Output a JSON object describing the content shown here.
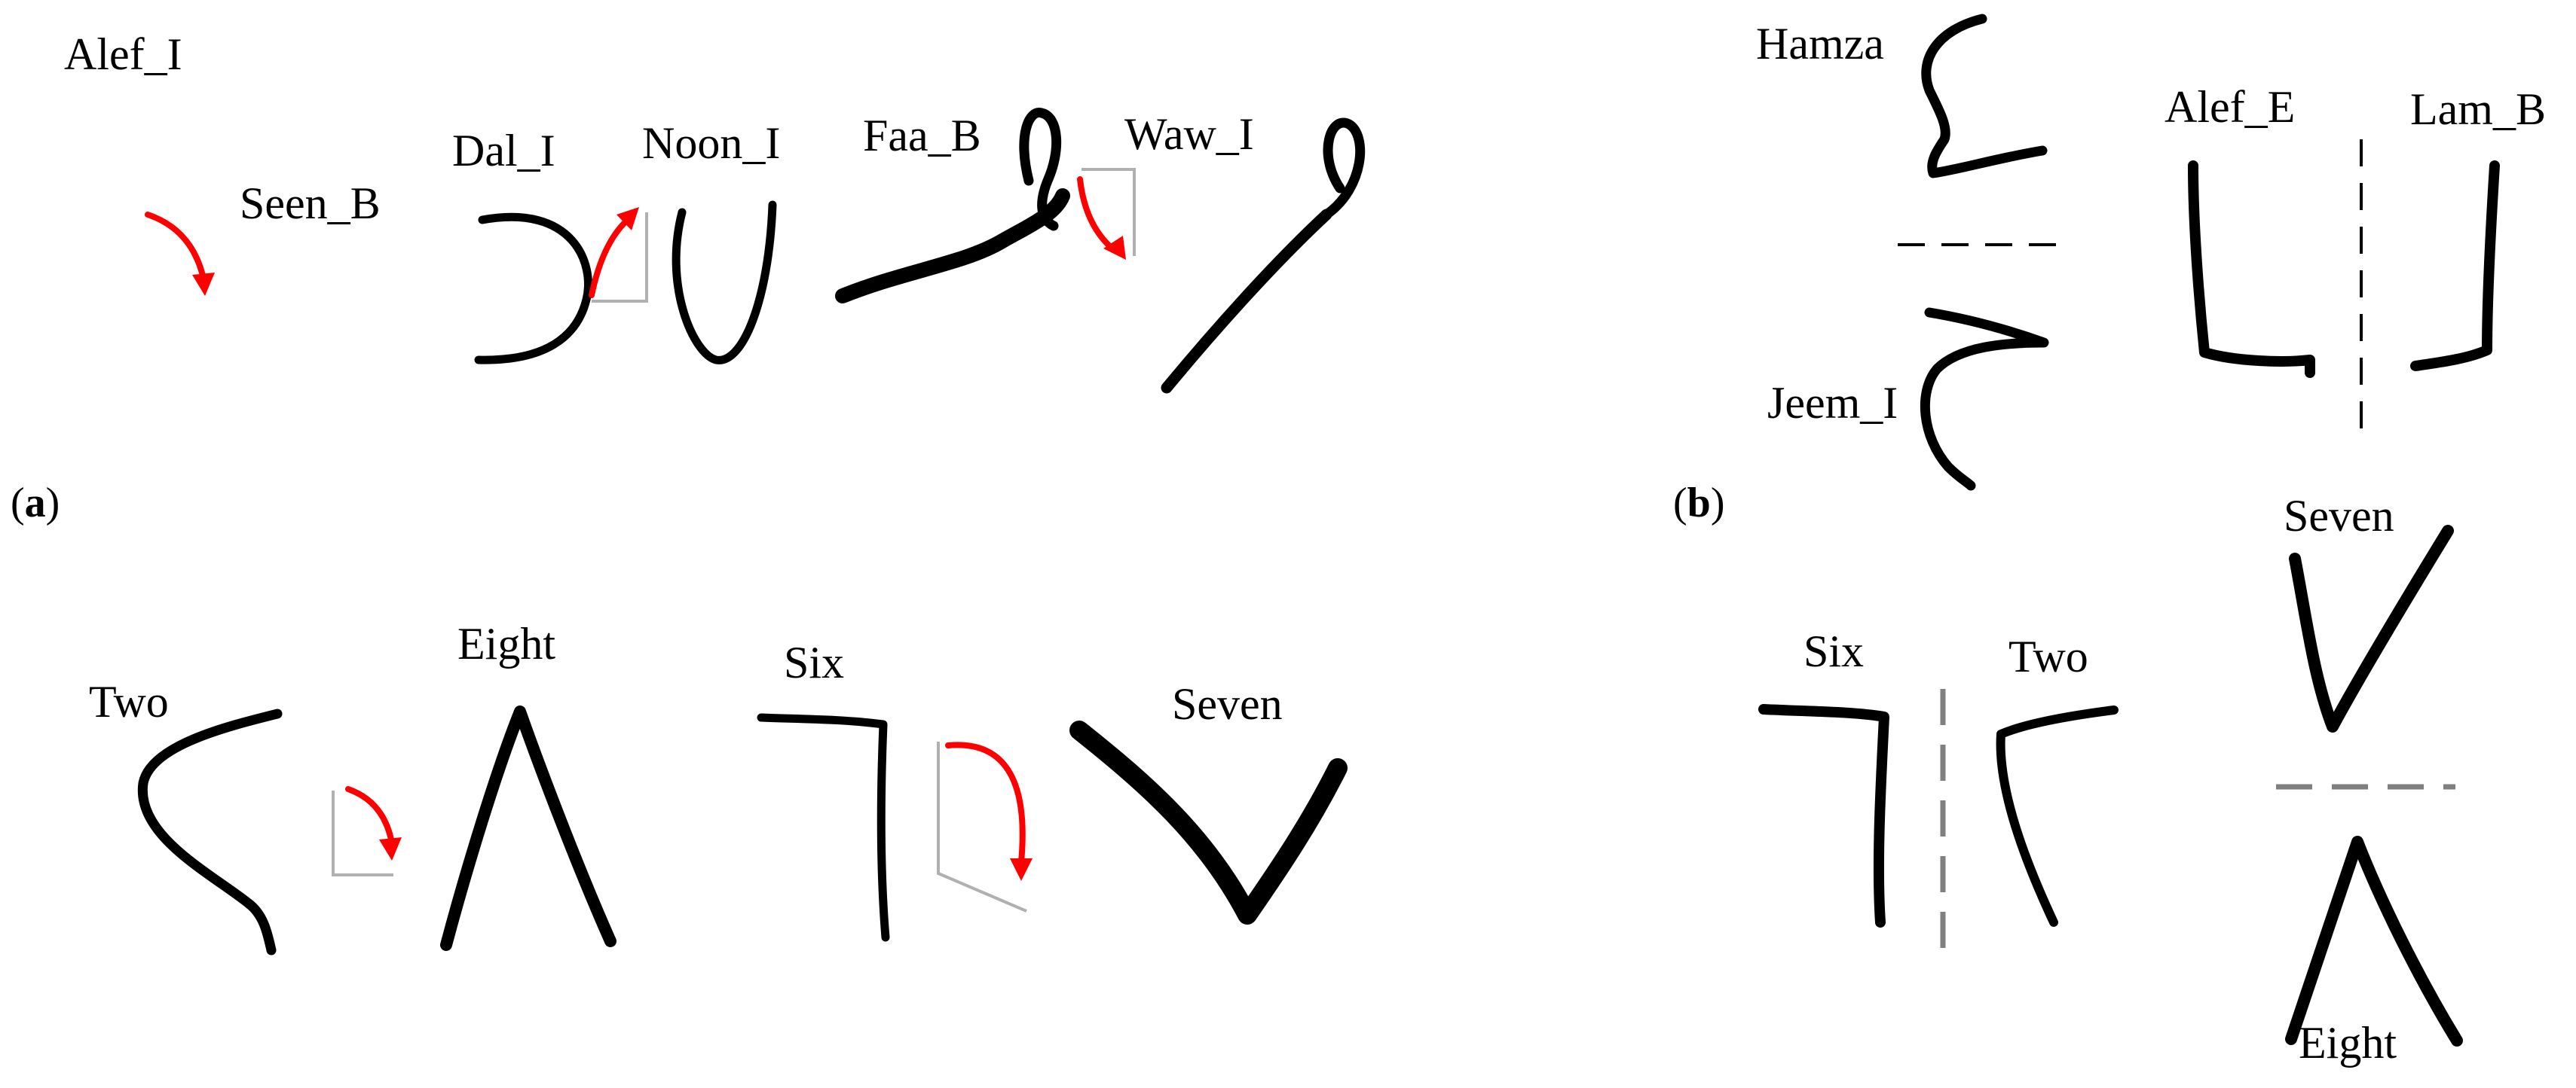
{
  "panel_a": {
    "tag_open": "(",
    "tag_letter": "a",
    "tag_close": ")",
    "top_row_labels": [
      "Alef_I",
      "Seen_B",
      "Dal_I",
      "Noon_I",
      "Faa_B",
      "Waw_I"
    ],
    "bottom_row_labels": [
      "Two",
      "Eight",
      "Six",
      "Seven"
    ]
  },
  "panel_b": {
    "tag_open": "(",
    "tag_letter": "b",
    "tag_close": ")",
    "top_labels": [
      "Hamza",
      "Jeem_I",
      "Alef_E",
      "Lam_B"
    ],
    "bottom_labels": [
      "Six",
      "Two",
      "Seven",
      "Eight"
    ]
  },
  "colors": {
    "ink": "#000000",
    "rotation_arrow": "#ff0000",
    "angle_guide": "#b0b0b0",
    "digit_separator": "#808080"
  }
}
